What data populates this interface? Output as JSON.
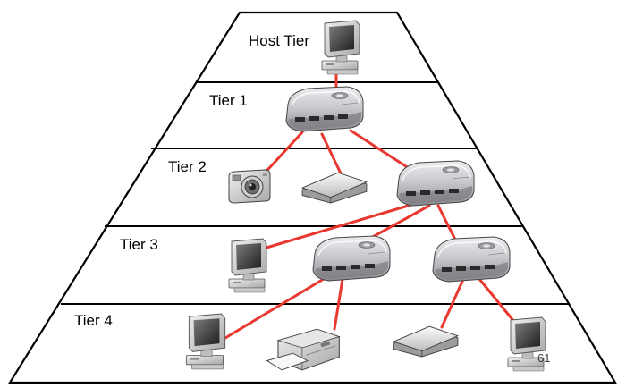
{
  "tiers": {
    "host": "Host Tier",
    "tier1": "Tier 1",
    "tier2": "Tier 2",
    "tier3": "Tier 3",
    "tier4": "Tier 4"
  },
  "page_number": "61",
  "colors": {
    "link": "#e8382f",
    "outline": "#000000",
    "hub_body": "#c9c9cd",
    "device_body": "#d2d2d2"
  },
  "icons": {
    "host_computer": "desktop-computer-icon",
    "hub": "usb-hub-icon",
    "camera": "digital-camera-icon",
    "scanner": "flatbed-scanner-icon",
    "printer": "printer-icon"
  }
}
